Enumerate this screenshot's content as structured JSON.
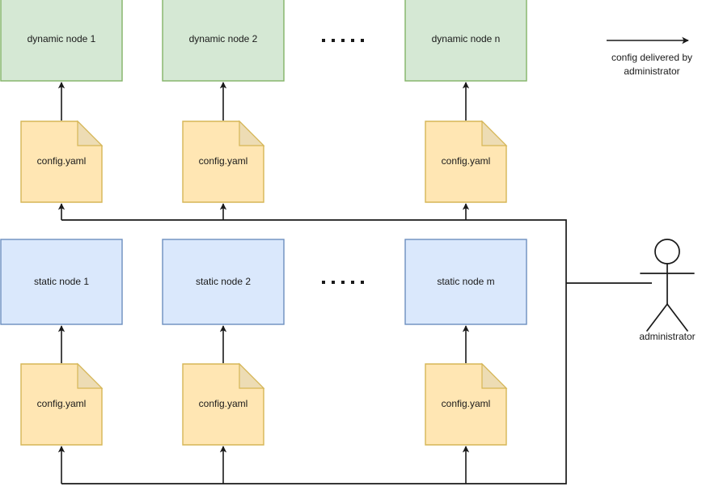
{
  "diagram": {
    "title": "config delivered by administrator",
    "colors": {
      "dynamic_node_fill": "#d5e8d4",
      "dynamic_node_stroke": "#82b366",
      "static_node_fill": "#dae8fc",
      "static_node_stroke": "#6c8ebf",
      "note_fill": "#ffe6b3",
      "note_fold_fill": "#eddcb4",
      "note_stroke": "#d6b656",
      "line_color": "#1a1a1a",
      "text_color": "#1a1a1a",
      "background": "#ffffff"
    },
    "dynamic_nodes": [
      {
        "label": "dynamic node 1"
      },
      {
        "label": "dynamic node 2"
      },
      {
        "label": "dynamic node n"
      }
    ],
    "static_nodes": [
      {
        "label": "static node 1"
      },
      {
        "label": "static node 2"
      },
      {
        "label": "static node m"
      }
    ],
    "dynamic_configs": [
      {
        "label": "config.yaml"
      },
      {
        "label": "config.yaml"
      },
      {
        "label": "config.yaml"
      }
    ],
    "static_configs": [
      {
        "label": "config.yaml"
      },
      {
        "label": "config.yaml"
      },
      {
        "label": "config.yaml"
      }
    ],
    "ellipsis": {
      "dot_count": 5,
      "top_row_symbol": ". . . . .",
      "bottom_row_symbol": ". . . . ."
    },
    "actor": {
      "label": "administrator",
      "icon": "stick-figure-actor-icon"
    },
    "legend": {
      "arrow_icon": "right-arrow-icon",
      "line1": "config delivered by",
      "line2": "administrator"
    }
  }
}
